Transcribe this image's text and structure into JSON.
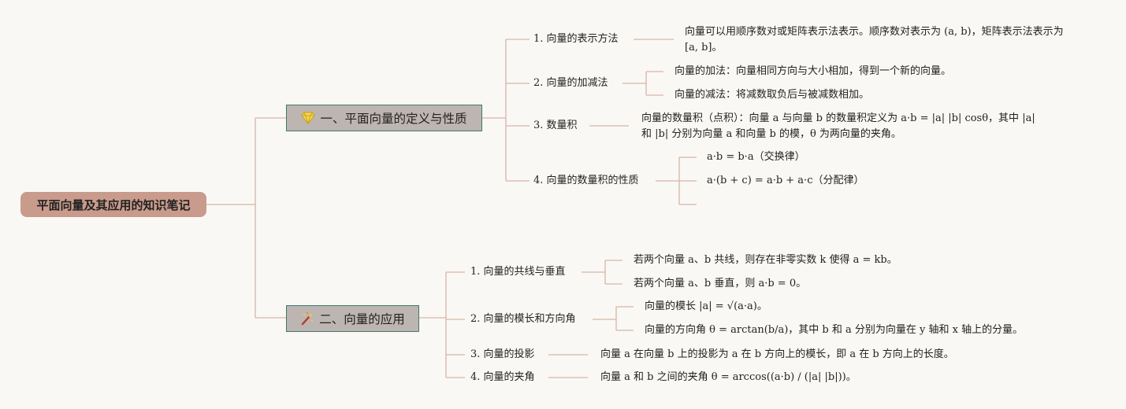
{
  "root": {
    "title": "平面向量及其应用的知识笔记"
  },
  "branches": [
    {
      "title": "一、平面向量的定义与性质",
      "icon": "gem-icon",
      "items": [
        {
          "label": "1. 向量的表示方法",
          "details": [
            "向量可以用顺序数对或矩阵表示法表示。顺序数对表示为 (a, b)，矩阵表示法表示为 [a, b]。"
          ]
        },
        {
          "label": "2. 向量的加减法",
          "details": [
            "向量的加法：向量相同方向与大小相加，得到一个新的向量。",
            "向量的减法：将减数取负后与被减数相加。"
          ]
        },
        {
          "label": "3. 数量积",
          "details": [
            "向量的数量积（点积）：向量 a 与向量 b 的数量积定义为 a·b = |a| |b| cosθ，其中 |a| 和 |b| 分别为向量 a 和向量 b 的模，θ 为两向量的夹角。"
          ]
        },
        {
          "label": "4. 向量的数量积的性质",
          "details": [
            "a·b = b·a（交换律）",
            "a·(b + c) = a·b + a·c（分配律）",
            ""
          ]
        }
      ]
    },
    {
      "title": "二、向量的应用",
      "icon": "magic-wand-icon",
      "items": [
        {
          "label": "1. 向量的共线与垂直",
          "details": [
            "若两个向量 a、b 共线，则存在非零实数 k 使得 a = kb。",
            "若两个向量 a、b 垂直，则 a·b = 0。"
          ]
        },
        {
          "label": "2. 向量的模长和方向角",
          "details": [
            "向量的模长 |a| = √(a·a)。",
            "向量的方向角 θ = arctan(b/a)，其中 b 和 a 分别为向量在 y 轴和 x 轴上的分量。"
          ]
        },
        {
          "label": "3. 向量的投影",
          "details": [
            "向量 a 在向量 b 上的投影为 a 在 b 方向上的模长，即 a 在 b 方向上的长度。"
          ]
        },
        {
          "label": "4. 向量的夹角",
          "details": [
            "向量 a 和 b 之间的夹角 θ = arccos((a·b) / (|a| |b|))。"
          ]
        }
      ]
    }
  ],
  "colors": {
    "line": "#d6b4aa",
    "root_bg": "#c99b8c",
    "branch_bg": "#bdb5b1",
    "branch_border": "#3f7a6e"
  }
}
